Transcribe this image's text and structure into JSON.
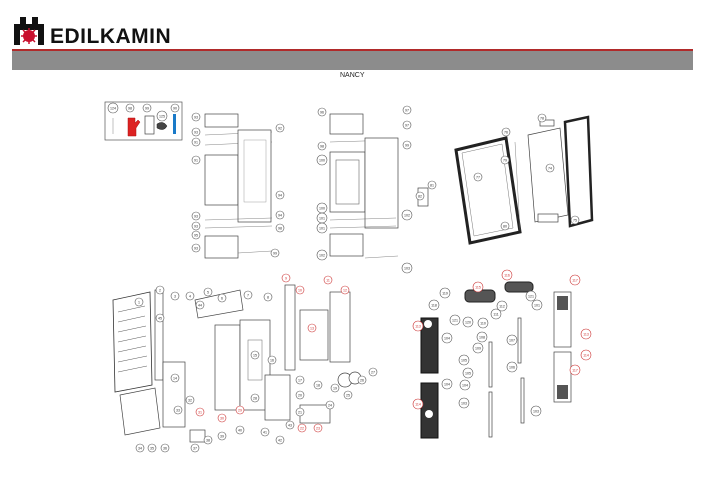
{
  "header": {
    "brand_prefix": "EDIL",
    "brand_suffix": "KAMIN",
    "model": "NANCY"
  },
  "colors": {
    "brand_red": "#c8102e",
    "bar_grey": "#8c8c8c",
    "rule_red": "#b02a2a"
  },
  "callouts": {
    "accessories": [
      "124",
      "98",
      "99",
      "125",
      "90"
    ],
    "panel_left": [
      "93",
      "93",
      "91",
      "91",
      "92",
      "93",
      "93",
      "94",
      "94",
      "95",
      "93",
      "98",
      "99"
    ],
    "panel_mid": [
      "96",
      "97",
      "97",
      "98",
      "99",
      "100",
      "100",
      "101",
      "101",
      "102",
      "102",
      "103"
    ],
    "door": [
      "77",
      "74",
      "75",
      "76",
      "78",
      "79",
      "80",
      "81",
      "82"
    ],
    "body": [
      "1",
      "2",
      "3",
      "4",
      "5",
      "6",
      "7",
      "8",
      "9",
      "10",
      "11",
      "12",
      "13",
      "14",
      "15",
      "16",
      "17",
      "18",
      "19",
      "20",
      "21",
      "22",
      "23",
      "24",
      "25",
      "26",
      "27",
      "28",
      "29",
      "30",
      "31",
      "32",
      "33",
      "34",
      "35",
      "36",
      "37",
      "38",
      "39",
      "40",
      "41",
      "42",
      "43",
      "44",
      "45"
    ],
    "sides": [
      "113",
      "114",
      "115",
      "116",
      "117",
      "117",
      "118",
      "119",
      "120",
      "121",
      "121",
      "108",
      "109",
      "110",
      "111",
      "112",
      "101",
      "103",
      "104",
      "104",
      "105",
      "105",
      "106",
      "107",
      "103",
      "104",
      "113",
      "114"
    ]
  }
}
